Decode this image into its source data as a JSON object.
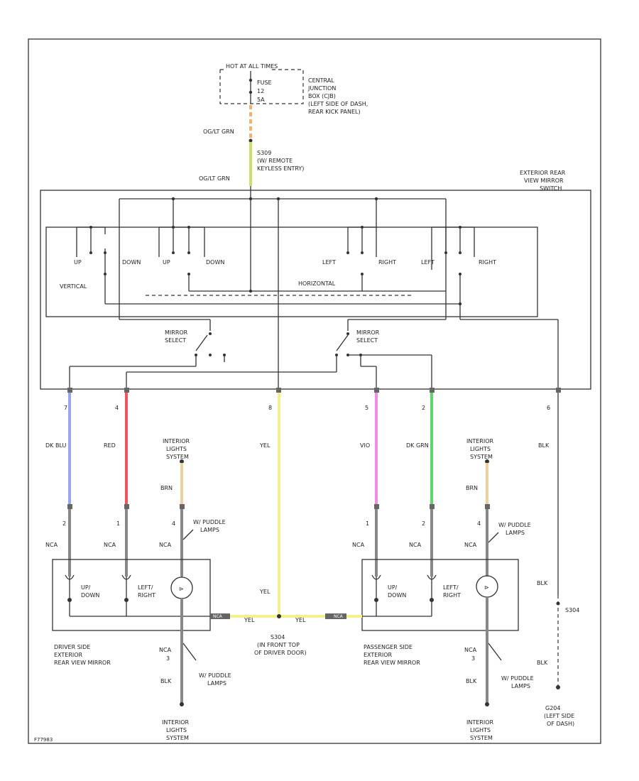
{
  "fuse_box": {
    "hot_label": "HOT AT ALL TIMES",
    "fuse_lines": [
      "FUSE",
      "12",
      "5A"
    ],
    "location": [
      "CENTRAL",
      "JUNCTION",
      "BOX (CJB)",
      "(LEFT SIDE OF DASH,",
      "REAR KICK PANEL)"
    ]
  },
  "wire_top_1": "OG/LT GRN",
  "splice_top": [
    "S309",
    "(W/ REMOTE",
    "KEYLESS ENTRY)"
  ],
  "wire_top_2": "OG/LT GRN",
  "switch_title": [
    "EXTERIOR REAR",
    "VIEW MIRROR",
    "SWITCH"
  ],
  "switch_labels": {
    "up1": "UP",
    "down1": "DOWN",
    "up2": "UP",
    "down2": "DOWN",
    "left1": "LEFT",
    "right1": "RIGHT",
    "left2": "LEFT",
    "right2": "RIGHT",
    "vertical": "VERTICAL",
    "horizontal": "HORIZONTAL",
    "mirror_select": [
      "MIRROR",
      "SELECT"
    ]
  },
  "pins_top": [
    "7",
    "4",
    "8",
    "5",
    "2",
    "6"
  ],
  "wire_colors": {
    "dk_blu": "DK BLU",
    "red": "RED",
    "yel": "YEL",
    "vio": "VIO",
    "dk_grn": "DK GRN",
    "blk": "BLK",
    "brn": "BRN"
  },
  "interior_lights_system": [
    "INTERIOR",
    "LIGHTS",
    "SYSTEM"
  ],
  "pins_bottom": [
    "2",
    "1",
    "4",
    "1",
    "2",
    "4"
  ],
  "nca": "NCA",
  "puddle_lamps": [
    "W/ PUDDLE",
    "LAMPS"
  ],
  "motor_labels": {
    "up_down": [
      "UP/",
      "DOWN"
    ],
    "left_right": [
      "LEFT/",
      "RIGHT"
    ]
  },
  "splice_bottom": [
    "S304",
    "(IN FRONT TOP",
    "OF DRIVER DOOR)"
  ],
  "nca_ref": "NCA",
  "driver_mirror": [
    "DRIVER SIDE",
    "EXTERIOR",
    "REAR VIEW MIRROR"
  ],
  "passenger_mirror": [
    "PASSENGER SIDE",
    "EXTERIOR",
    "REAR VIEW MIRROR"
  ],
  "ground_splice": "S304",
  "ground_location": [
    "G204",
    "(LEFT SIDE",
    "OF DASH)"
  ],
  "pin_small": "3",
  "figure_id": "F77983"
}
